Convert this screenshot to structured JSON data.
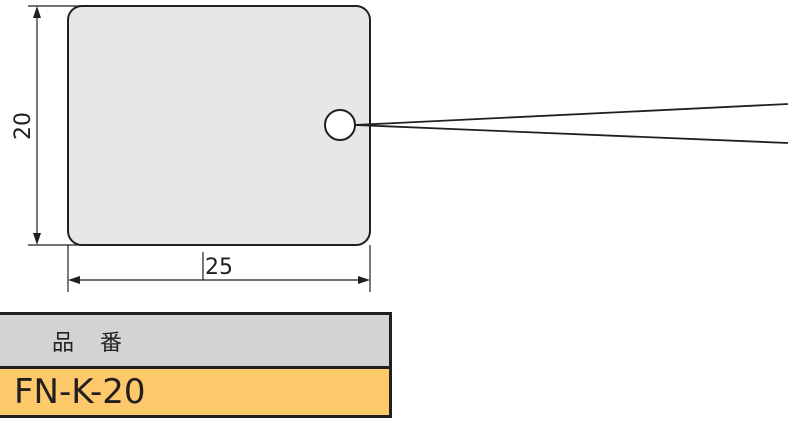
{
  "drawing": {
    "height_dimension": "20",
    "width_dimension": "25",
    "tag_fill": "#e6e7e8",
    "line_color": "#231f20"
  },
  "table": {
    "header_label": "品番",
    "product_code": "FN-K-20",
    "header_bg": "#d1d3d4",
    "value_bg": "#fdc96b"
  }
}
